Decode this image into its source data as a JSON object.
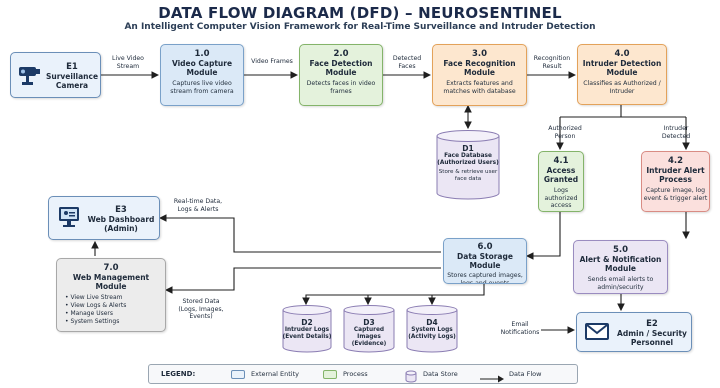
{
  "header": {
    "title": "DATA FLOW DIAGRAM (DFD) – NEUROSENTINEL",
    "subtitle": "An Intelligent Computer Vision Framework for Real-Time Surveillance and Intruder Detection"
  },
  "entities": {
    "e1": {
      "id": "E1",
      "name": "Surveillance Camera"
    },
    "e2": {
      "id": "E2",
      "name": "Admin / Security Personnel"
    },
    "e3": {
      "id": "E3",
      "name": "Web Dashboard (Admin)"
    }
  },
  "processes": {
    "p1": {
      "num": "1.0",
      "name": "Video Capture Module",
      "desc": "Captures live video stream from camera"
    },
    "p2": {
      "num": "2.0",
      "name": "Face Detection Module",
      "desc": "Detects faces in video frames"
    },
    "p3": {
      "num": "3.0",
      "name": "Face Recognition Module",
      "desc": "Extracts features and matches with database"
    },
    "p4": {
      "num": "4.0",
      "name": "Intruder Detection Module",
      "desc": "Classifies as Authorized / Intruder"
    },
    "p41": {
      "num": "4.1",
      "name": "Access Granted",
      "desc": "Logs authorized access"
    },
    "p42": {
      "num": "4.2",
      "name": "Intruder Alert Process",
      "desc": "Capture image, log event & trigger alert"
    },
    "p5": {
      "num": "5.0",
      "name": "Alert & Notification Module",
      "desc": "Sends email alerts to admin/security"
    },
    "p6": {
      "num": "6.0",
      "name": "Data Storage Module",
      "desc": "Stores captured images, logs and events"
    },
    "p7": {
      "num": "7.0",
      "name": "Web Management Module",
      "items": [
        "View Live Stream",
        "View Logs & Alerts",
        "Manage Users",
        "System Settings"
      ]
    }
  },
  "stores": {
    "d1": {
      "id": "D1",
      "name": "Face Database (Authorized Users)",
      "desc": "Store & retrieve user face data"
    },
    "d2": {
      "id": "D2",
      "name": "Intruder Logs (Event Details)"
    },
    "d3": {
      "id": "D3",
      "name": "Captured Images (Evidence)"
    },
    "d4": {
      "id": "D4",
      "name": "System Logs (Activity Logs)"
    }
  },
  "flows": {
    "f1": "Live Video Stream",
    "f2": "Video Frames",
    "f3": "Detected Faces",
    "f4": "Recognition Result",
    "f5": "Authorized Person",
    "f6": "Intruder Detected",
    "f7": "Real-time Data, Logs & Alerts",
    "f8": "Stored Data (Logs, Images, Events)",
    "f9": "Email Notifications"
  },
  "legend": {
    "title": "LEGEND:",
    "entity": "External Entity",
    "process": "Process",
    "store": "Data Store",
    "flow": "Data Flow"
  },
  "colors": {
    "entity": "#eaf2fb",
    "process_blue": "#dbe9f7",
    "process_green": "#e4f2dc",
    "process_orange": "#fde7cf",
    "process_red": "#fbe0dd",
    "process_purple": "#ebe6f4",
    "process_gray": "#ececec",
    "arrow": "#1f1f1f"
  }
}
